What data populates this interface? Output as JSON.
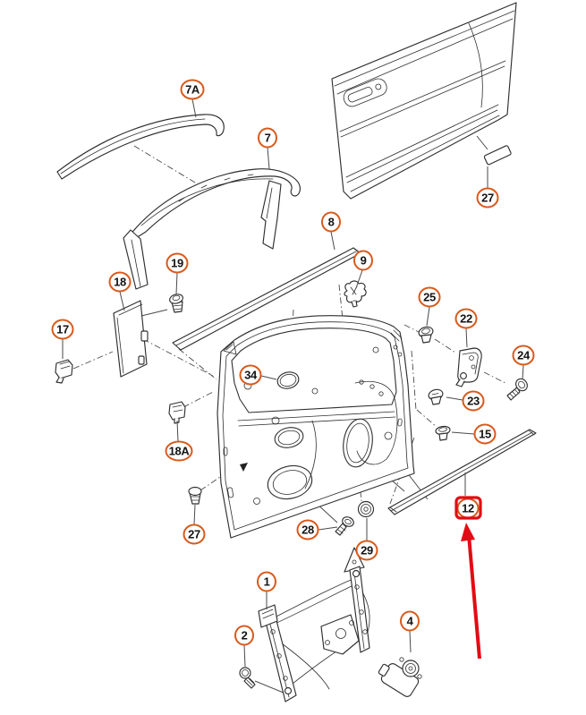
{
  "colors": {
    "line": "#2f2f2f",
    "leader": "#4a4a4a",
    "callout-orange": "#d85a1c",
    "callout-text": "#141414",
    "highlight-red": "#e30b13",
    "background": "#ffffff"
  },
  "callouts": [
    {
      "label": "7A"
    },
    {
      "label": "7"
    },
    {
      "label": "27"
    },
    {
      "label": "8"
    },
    {
      "label": "9"
    },
    {
      "label": "19"
    },
    {
      "label": "18"
    },
    {
      "label": "25"
    },
    {
      "label": "22"
    },
    {
      "label": "17"
    },
    {
      "label": "24"
    },
    {
      "label": "34"
    },
    {
      "label": "23"
    },
    {
      "label": "15"
    },
    {
      "label": "18A"
    },
    {
      "label": "12"
    },
    {
      "label": "28"
    },
    {
      "label": "27"
    },
    {
      "label": "29"
    },
    {
      "label": "1"
    },
    {
      "label": "4"
    },
    {
      "label": "2"
    }
  ],
  "highlight": {
    "target_label": "12",
    "style": "red box around callout with red arrow pointing to it"
  }
}
